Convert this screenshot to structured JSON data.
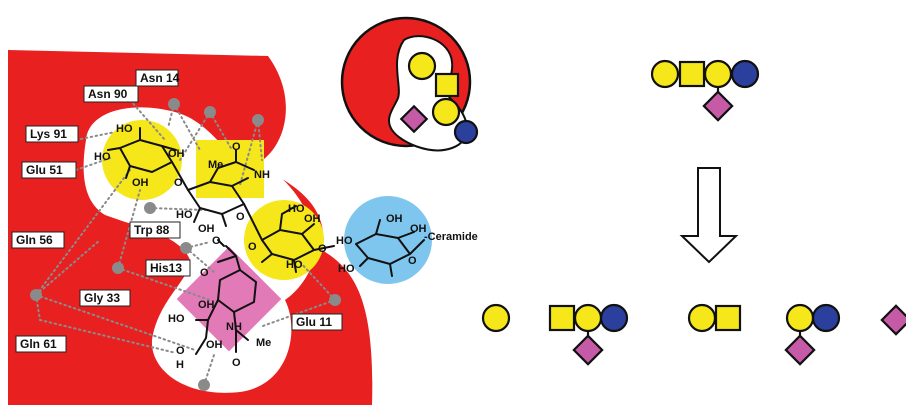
{
  "residues": [
    {
      "label": "Asn 14"
    },
    {
      "label": "Asn 90"
    },
    {
      "label": "Lys 91"
    },
    {
      "label": "Glu 51"
    },
    {
      "label": "Trp 88"
    },
    {
      "label": "His13"
    },
    {
      "label": "Gln 56"
    },
    {
      "label": "Gly 33"
    },
    {
      "label": "Gln 61"
    },
    {
      "label": "Glu 11"
    }
  ],
  "atoms": {
    "ho": "HO",
    "oh": "OH",
    "o": "O",
    "me": "Me",
    "nh": "NH",
    "n": "N",
    "h": "H",
    "ceramide": "-Ceramide"
  },
  "colors": {
    "protein": "#e8201f",
    "glucose": "#7fc6ef",
    "galactose": "#f6e71a",
    "galnac": "#f6e71a",
    "sialic": "#c55aa6",
    "glcnac_blue": "#2b3f9c",
    "arrow": "#ffffff"
  },
  "symbols": {
    "galactose": "yellow-circle",
    "galnac": "yellow-square",
    "sialic_acid": "magenta-diamond",
    "glucose": "blue-circle"
  }
}
